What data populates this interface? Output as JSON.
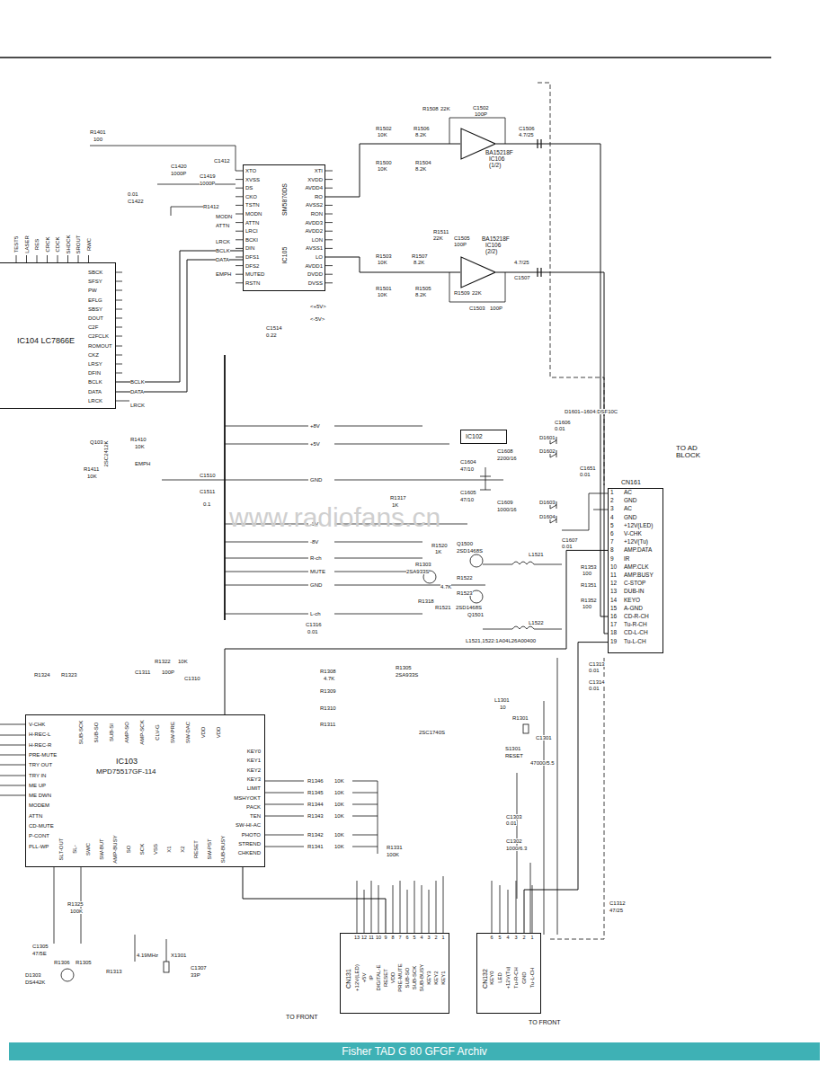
{
  "diagram": {
    "nodes": [
      {
        "text": [
          "IC104 LC7866E"
        ]
      },
      {
        "text": [
          "IC105",
          "SM5870DS"
        ]
      },
      {
        "text": [
          "BA15218F",
          "IC106",
          "(1/2)"
        ]
      },
      {
        "text": [
          "BA15218F",
          "IC106",
          "(2/2)"
        ]
      },
      {
        "text": [
          "IC102"
        ]
      },
      {
        "text": [
          "CN161"
        ]
      },
      {
        "text": [
          "IC103",
          "MPD75517GF-114"
        ]
      },
      {
        "text": [
          "CN131"
        ]
      },
      {
        "text": [
          "CN132"
        ]
      },
      {
        "text": [
          "Fisher TAD G 80 GFGF Archiv"
        ]
      }
    ],
    "edges": [
      {
        "from": 0,
        "to": 1,
        "arrow": "none"
      },
      {
        "from": 0,
        "to": 1,
        "arrow": "none"
      },
      {
        "from": 1,
        "to": 2,
        "arrow": "none"
      },
      {
        "from": 1,
        "to": 3,
        "arrow": "none"
      },
      {
        "from": 2,
        "to": 5,
        "arrow": "none"
      },
      {
        "from": 3,
        "to": 5,
        "arrow": "none"
      },
      {
        "from": 6,
        "to": 7,
        "arrow": "none"
      },
      {
        "from": 8,
        "to": 5,
        "arrow": "none"
      },
      {
        "from": 6,
        "to": 5,
        "arrow": "none"
      }
    ],
    "labels": [
      "SBCK",
      "SFSY",
      "PW",
      "EFLG",
      "SBSY",
      "DOUT",
      "C2F",
      "C2FCLK",
      "ROMOUT",
      "CKZ",
      "LRSY",
      "DFIN",
      "BCLK",
      "DATA",
      "LRCK",
      "TEST5",
      "LASER",
      "RES",
      "CRCK",
      "CDCK",
      "SHDCK",
      "SROUT",
      "RWC",
      "BCLK",
      "DATA",
      "LRCK",
      "EMPH",
      "R1401",
      "100",
      "0.01",
      "C1422",
      "C1420",
      "1000P",
      "C1419",
      "1000P",
      "C1412",
      "R1412",
      "MODN",
      "ATTN",
      "LRCK",
      "BCLK",
      "DATA",
      "EMPH",
      "XTO",
      "XVSS",
      "DS",
      "CKO",
      "TSTN",
      "MODN",
      "ATTN",
      "LRCI",
      "BCKI",
      "DIN",
      "DFS1",
      "DFS2",
      "MUTED",
      "RSTN",
      "XTI",
      "XVDD",
      "AVDD4",
      "RO",
      "AVSS2",
      "RON",
      "AVDD3",
      "AVDD2",
      "LON",
      "AVSS1",
      "LO",
      "AVDD1",
      "DVDD",
      "DVSS",
      "R1502",
      "10K",
      "R1506",
      "8.2K",
      "R1508",
      "22K",
      "C1502",
      "100P",
      "R1500",
      "10K",
      "R1504",
      "8.2K",
      "C1506",
      "4.7/25",
      "R1503",
      "10K",
      "R1507",
      "8.2K",
      "R1511",
      "22K",
      "C1505",
      "100P",
      "R1501",
      "10K",
      "R1505",
      "8.2K",
      "R1509",
      "22K",
      "C1503",
      "100P",
      "C1507",
      "4.7/25",
      "C1514",
      "0.22",
      "<+5V>",
      "<-5V>",
      "R1410",
      "10K",
      "Q103",
      "2SC2412K",
      "R1411",
      "10K",
      "C1510",
      "C1511",
      "0.1",
      "+8V",
      "+5V",
      "GND",
      "-5V",
      "-8V",
      "R-ch",
      "MUTE",
      "GND",
      "L-ch",
      "R1317",
      "1K",
      "C1604",
      "47/10",
      "C1605",
      "47/10",
      "C1608",
      "2200/16",
      "C1609",
      "1000/16",
      "C1606",
      "0.01",
      "D1601~1604:DSF10C",
      "D1601",
      "D1602",
      "D1603",
      "D1604",
      "C1607",
      "0.01",
      "C1651",
      "0.01",
      "R1520",
      "1K",
      "Q1500",
      "2SD1468S",
      "R1303",
      "2SA933S",
      "R1522",
      "4.7K",
      "R1523",
      "R1318",
      "R1521",
      "2SD1468S",
      "Q1501",
      "L1521",
      "L1522",
      "L1521,1522:1A04L26A00400",
      "R1353",
      "100",
      "R1351",
      "R1352",
      "100",
      "TO AD BLOCK",
      "1",
      "2",
      "3",
      "4",
      "5",
      "6",
      "7",
      "8",
      "9",
      "10",
      "11",
      "12",
      "13",
      "14",
      "15",
      "16",
      "17",
      "18",
      "19",
      "AC",
      "GND",
      "AC",
      "GND",
      "+12V(LED)",
      "V-CHK",
      "+12V(Tu)",
      "AMP.DATA",
      "IR",
      "AMP.CLK",
      "AMP.BUSY",
      "C-STOP",
      "DUB-IN",
      "KEYO",
      "A-GND",
      "CD-R-CH",
      "Tu-R-CH",
      "CD-L-CH",
      "Tu-L-CH",
      "C1316",
      "0.01",
      "R1322",
      "10K",
      "R1324",
      "R1323",
      "C1311",
      "100P",
      "C1310",
      "R1308",
      "4.7K",
      "R1309",
      "R1310",
      "R1311",
      "R1305",
      "2SA933S",
      "2SC1740S",
      "C1313",
      "0.01",
      "C1314",
      "0.01",
      "L1301",
      "10",
      "R1301",
      "S1301",
      "RESET",
      "C1301",
      "47000/5.5",
      "C1303",
      "0.01",
      "C1302",
      "1000/6.3",
      "C1312",
      "47/25",
      "R1331",
      "100K",
      "R1346",
      "10K",
      "R1345",
      "10K",
      "R1344",
      "10K",
      "R1343",
      "10K",
      "R1342",
      "10K",
      "R1341",
      "10K",
      "V-CHK",
      "H-REC-L",
      "H-REC-R",
      "PRE-MUTE",
      "TRY OUT",
      "TRY IN",
      "ME UP",
      "ME DWN",
      "MODEM",
      "ATTN",
      "CD-MUTE",
      "P-CONT",
      "PLL-WP",
      "KEY0",
      "KEY1",
      "KEY2",
      "KEY3",
      "LIMIT",
      "MSHYOKT",
      "PACK",
      "TEN",
      "SW-HI-AC",
      "PHOTO",
      "STREND",
      "CHKEND",
      "SUB-SCK",
      "SUB-SO",
      "SUB-SI",
      "AMP-SO",
      "AMP-SCK",
      "CLV-G",
      "SW-PRE",
      "SW-DAC",
      "VDD",
      "VDD",
      "SLT-OUT",
      "SL-",
      "SWC",
      "SW-BUT",
      "AMP-BUSY",
      "SO",
      "SCK",
      "VSS",
      "X1",
      "X2",
      "RESET",
      "SW-PST",
      "SUB-BUSY",
      "R1325",
      "100K",
      "C1305",
      "47/5E",
      "R1306",
      "R1305",
      "D1303",
      "DS442K",
      "R1313",
      "4.19MHz",
      "X1301",
      "C1307",
      "33P",
      "13",
      "12",
      "11",
      "10",
      "9",
      "8",
      "7",
      "6",
      "5",
      "4",
      "3",
      "2",
      "1",
      "+12V(LED)",
      "+5V",
      "IP",
      "DIGITAL-E",
      "RESET",
      "VDD",
      "PRE-MUTE",
      "SUB-SO",
      "SUB-SCK",
      "SUB-BUSY",
      "KEY3",
      "KEY2",
      "KEY1",
      "6",
      "5",
      "4",
      "3",
      "2",
      "1",
      "KEY0",
      "LED",
      "+12V(Tu)",
      "Tu-R-CH",
      "GND",
      "Tu-L-CH",
      "TO FRONT",
      "TO FRONT",
      "www.radiofans.cn"
    ]
  }
}
